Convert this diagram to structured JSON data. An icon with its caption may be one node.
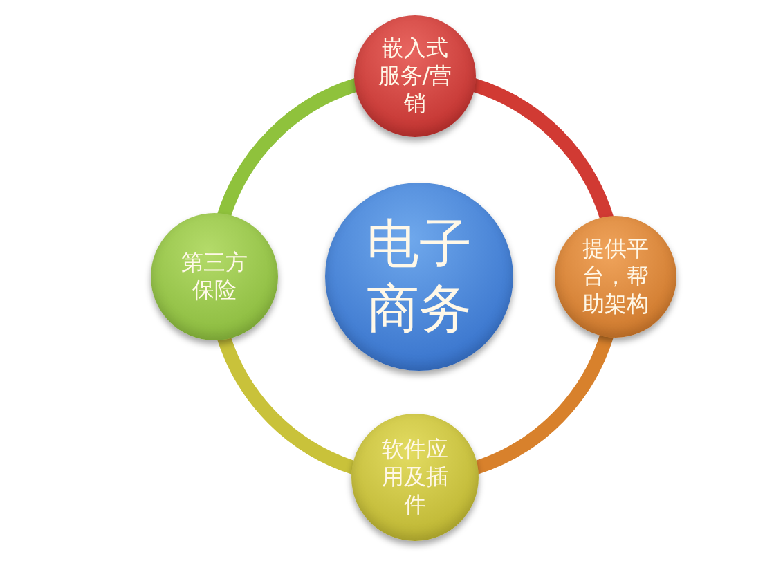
{
  "diagram": {
    "nodes": [
      {
        "text": [
          "电子商务"
        ]
      },
      {
        "text": [
          "嵌入式服务/营销"
        ]
      },
      {
        "text": [
          "提供平台，帮助架构"
        ]
      },
      {
        "text": [
          "软件应用及插件"
        ]
      },
      {
        "text": [
          "第三方保险"
        ]
      }
    ],
    "edges": [
      {
        "from": 1,
        "to": 2,
        "arrow": "none",
        "color": "#d13a33"
      },
      {
        "from": 2,
        "to": 3,
        "arrow": "none",
        "color": "#d8812c"
      },
      {
        "from": 3,
        "to": 4,
        "arrow": "none",
        "color": "#c9c23a"
      },
      {
        "from": 4,
        "to": 1,
        "arrow": "none",
        "color": "#8fc23c"
      }
    ]
  }
}
